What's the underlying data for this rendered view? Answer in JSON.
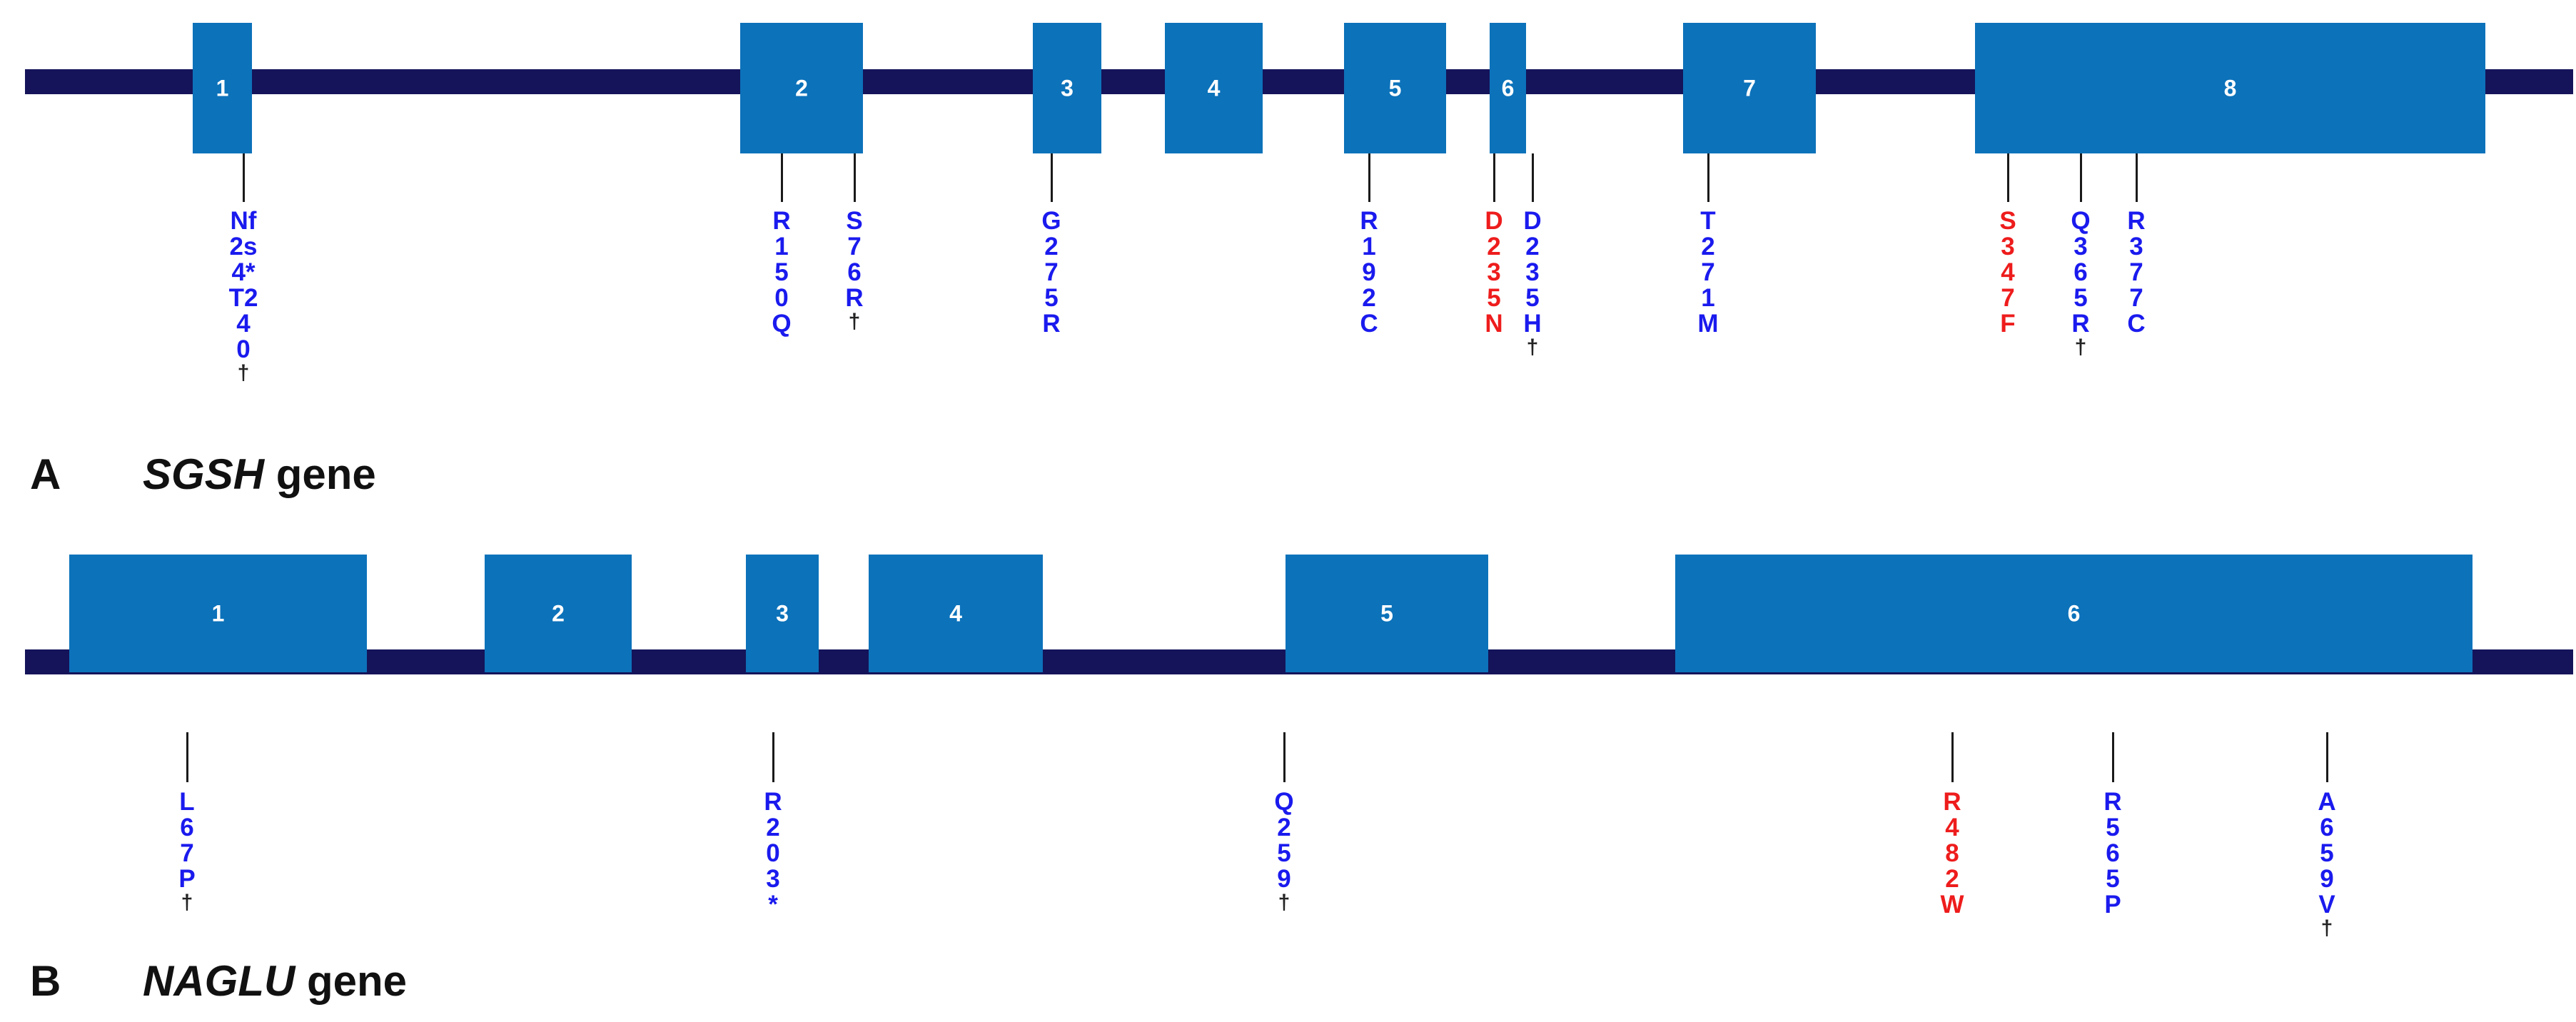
{
  "panels": [
    {
      "label": "A",
      "gene_symbol": "SGSH",
      "gene_suffix": "gene",
      "exons": [
        {
          "label": "1"
        },
        {
          "label": "2"
        },
        {
          "label": "3"
        },
        {
          "label": "4"
        },
        {
          "label": "5"
        },
        {
          "label": "6"
        },
        {
          "label": "7"
        },
        {
          "label": "8"
        }
      ],
      "mutations": [
        {
          "name": "Nfs24*T240",
          "chars": [
            "Nf",
            "2s",
            "4*",
            "T2",
            "4",
            "0"
          ],
          "dagger": true,
          "color": "#1a1aee"
        },
        {
          "name": "R150Q",
          "chars": [
            "R",
            "1",
            "5",
            "0",
            "Q"
          ],
          "dagger": false,
          "color": "#1a1aee"
        },
        {
          "name": "S76R",
          "chars": [
            "S",
            "7",
            "6",
            "R"
          ],
          "dagger": true,
          "color": "#1a1aee"
        },
        {
          "name": "G275R",
          "chars": [
            "G",
            "2",
            "7",
            "5",
            "R"
          ],
          "dagger": false,
          "color": "#1a1aee"
        },
        {
          "name": "R192C",
          "chars": [
            "R",
            "1",
            "9",
            "2",
            "C"
          ],
          "dagger": false,
          "color": "#1a1aee"
        },
        {
          "name": "D235N",
          "chars": [
            "D",
            "2",
            "3",
            "5",
            "N"
          ],
          "dagger": false,
          "color": "#ee1c1c"
        },
        {
          "name": "D235H",
          "chars": [
            "D",
            "2",
            "3",
            "5",
            "H"
          ],
          "dagger": true,
          "color": "#1a1aee"
        },
        {
          "name": "T271M",
          "chars": [
            "T",
            "2",
            "7",
            "1",
            "M"
          ],
          "dagger": false,
          "color": "#1a1aee"
        },
        {
          "name": "S347F",
          "chars": [
            "S",
            "3",
            "4",
            "7",
            "F"
          ],
          "dagger": false,
          "color": "#ee1c1c"
        },
        {
          "name": "Q365R",
          "chars": [
            "Q",
            "3",
            "6",
            "5",
            "R"
          ],
          "dagger": true,
          "color": "#1a1aee"
        },
        {
          "name": "R377C",
          "chars": [
            "R",
            "3",
            "7",
            "7",
            "C"
          ],
          "dagger": false,
          "color": "#1a1aee"
        }
      ]
    },
    {
      "label": "B",
      "gene_symbol": "NAGLU",
      "gene_suffix": "gene",
      "exons": [
        {
          "label": "1"
        },
        {
          "label": "2"
        },
        {
          "label": "3"
        },
        {
          "label": "4"
        },
        {
          "label": "5"
        },
        {
          "label": "6"
        }
      ],
      "mutations": [
        {
          "name": "L67P",
          "chars": [
            "L",
            "6",
            "7",
            "P"
          ],
          "dagger": true,
          "color": "#1a1aee"
        },
        {
          "name": "R203*",
          "chars": [
            "R",
            "2",
            "0",
            "3",
            "*"
          ],
          "dagger": false,
          "color": "#1a1aee"
        },
        {
          "name": "Q259",
          "chars": [
            "Q",
            "2",
            "5",
            "9"
          ],
          "dagger": true,
          "color": "#1a1aee"
        },
        {
          "name": "R482W",
          "chars": [
            "R",
            "4",
            "8",
            "2",
            "W"
          ],
          "dagger": false,
          "color": "#ee1c1c"
        },
        {
          "name": "R565P",
          "chars": [
            "R",
            "5",
            "6",
            "5",
            "P"
          ],
          "dagger": false,
          "color": "#1a1aee"
        },
        {
          "name": "A659V",
          "chars": [
            "A",
            "6",
            "5",
            "9",
            "V"
          ],
          "dagger": true,
          "color": "#1a1aee"
        }
      ]
    }
  ],
  "dagger_symbol": "†",
  "colors": {
    "backbone": "#15145a",
    "exon": "#0c72ba",
    "exon_text": "#ffffff",
    "tick": "#1a1a1a"
  }
}
